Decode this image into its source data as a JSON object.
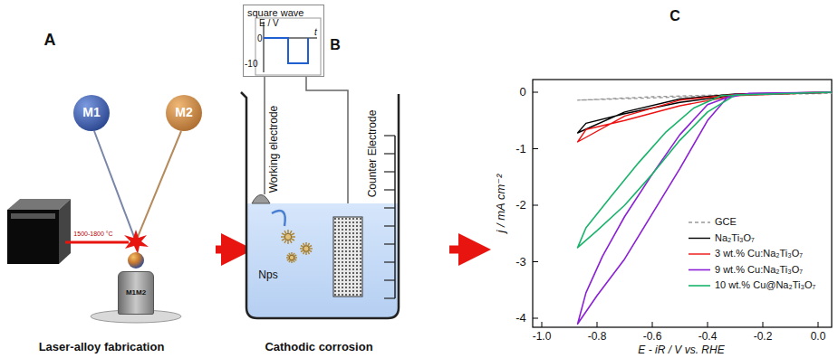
{
  "diagram": {
    "nodes": [
      {
        "text": [
          "M1"
        ]
      },
      {
        "text": [
          "M2"
        ]
      },
      {
        "text": [
          "M1M2"
        ]
      },
      {
        "text": [
          "square wave",
          "E / V",
          "0",
          "-10",
          "t"
        ]
      }
    ],
    "labels": [
      "A",
      "1500-1800 °C",
      "Laser-alloy fabrication",
      "B",
      "Working electrode",
      "Counter Electrode",
      "Nps",
      "Cathodic corrosion",
      "C",
      "0",
      "-1",
      "-2",
      "-3",
      "-4",
      "-1.0",
      "-0.8",
      "-0.6",
      "-0.4",
      "-0.2",
      "0.0",
      "j / mA cm⁻²",
      "E - iR / V vs. RHE"
    ],
    "legend": [
      {
        "text": "GCE"
      },
      {
        "text": "Na₂Ti₃O₇"
      },
      {
        "text": "3 wt.% Cu:Na₂Ti₃O₇"
      },
      {
        "text": "9 wt.% Cu:Na₂Ti₃O₇"
      },
      {
        "text": "10 wt.% Cu@Na₂Ti₃O₇"
      }
    ]
  }
}
